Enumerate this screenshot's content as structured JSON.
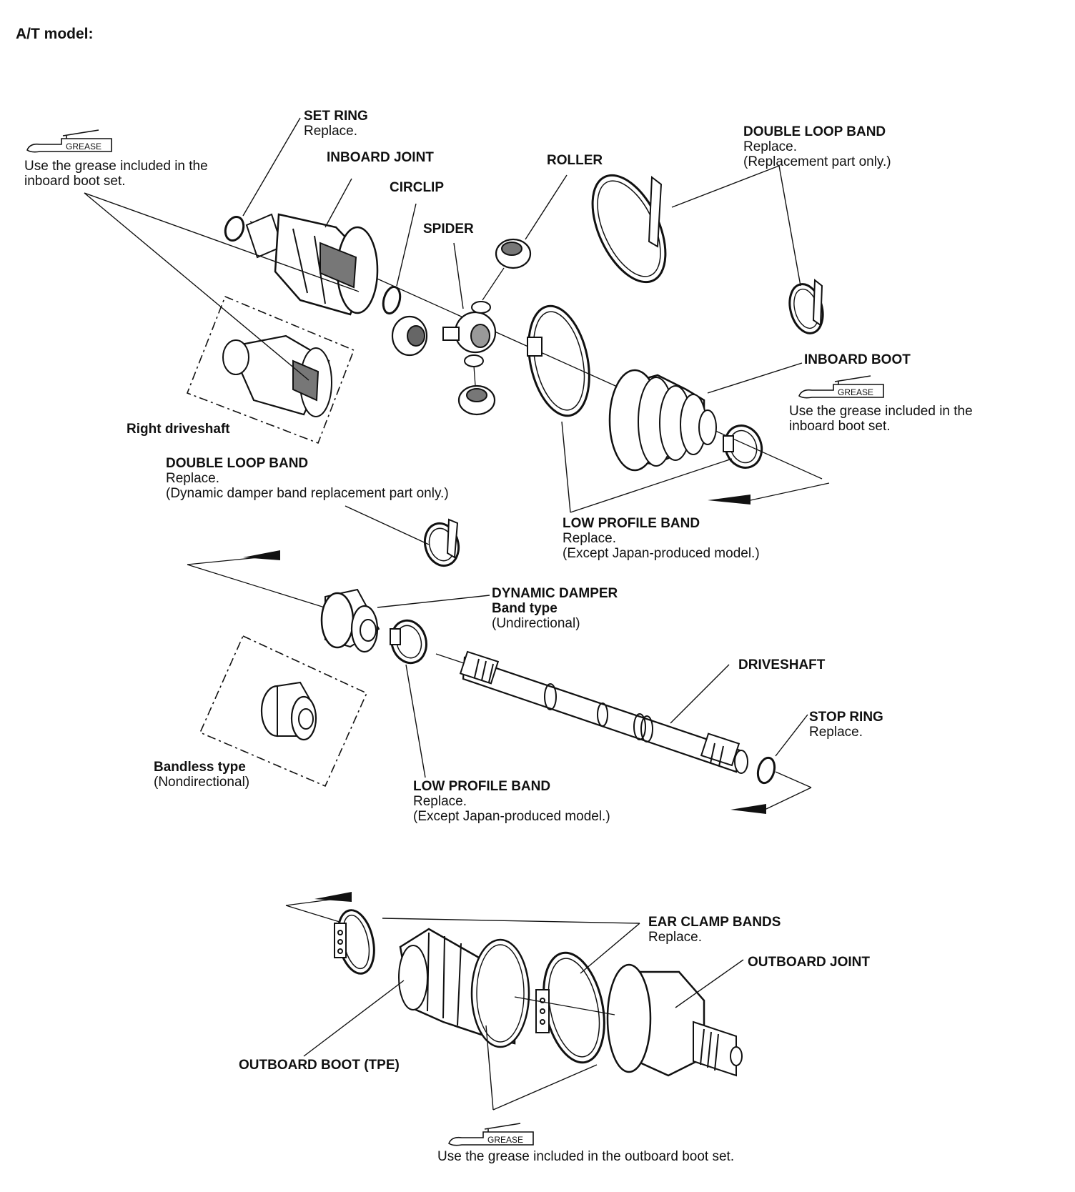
{
  "title": "A/T model:",
  "grease_badge": "GREASE",
  "notes": {
    "grease_inboard": "Use the grease included in the inboard boot set.",
    "grease_outboard": "Use the grease included in the outboard boot set."
  },
  "labels": {
    "set_ring": {
      "title": "SET RING",
      "sub": [
        "Replace."
      ]
    },
    "inboard_joint": {
      "title": "INBOARD JOINT",
      "sub": []
    },
    "circlip": {
      "title": "CIRCLIP",
      "sub": []
    },
    "roller": {
      "title": "ROLLER",
      "sub": []
    },
    "spider": {
      "title": "SPIDER",
      "sub": []
    },
    "double_loop_band_top": {
      "title": "DOUBLE LOOP BAND",
      "sub": [
        "Replace.",
        "(Replacement part only.)"
      ]
    },
    "inboard_boot": {
      "title": "INBOARD BOOT",
      "sub": []
    },
    "right_driveshaft": {
      "title": "Right driveshaft",
      "sub": []
    },
    "double_loop_band_mid": {
      "title": "DOUBLE LOOP BAND",
      "sub": [
        "Replace.",
        "(Dynamic damper band replacement part only.)"
      ]
    },
    "low_profile_band_1": {
      "title": "LOW PROFILE BAND",
      "sub": [
        "Replace.",
        "(Except Japan-produced model.)"
      ]
    },
    "dynamic_damper": {
      "title": "DYNAMIC DAMPER",
      "sub": [
        "Band type",
        "(Undirectional)"
      ]
    },
    "driveshaft": {
      "title": "DRIVESHAFT",
      "sub": []
    },
    "stop_ring": {
      "title": "STOP RING",
      "sub": [
        "Replace."
      ]
    },
    "bandless_type": {
      "title": "Bandless type",
      "sub": [
        "(Nondirectional)"
      ]
    },
    "low_profile_band_2": {
      "title": "LOW PROFILE BAND",
      "sub": [
        "Replace.",
        "(Except Japan-produced model.)"
      ]
    },
    "ear_clamp_bands": {
      "title": "EAR CLAMP BANDS",
      "sub": [
        "Replace."
      ]
    },
    "outboard_joint": {
      "title": "OUTBOARD JOINT",
      "sub": []
    },
    "outboard_boot": {
      "title": "OUTBOARD BOOT (TPE)",
      "sub": []
    }
  }
}
